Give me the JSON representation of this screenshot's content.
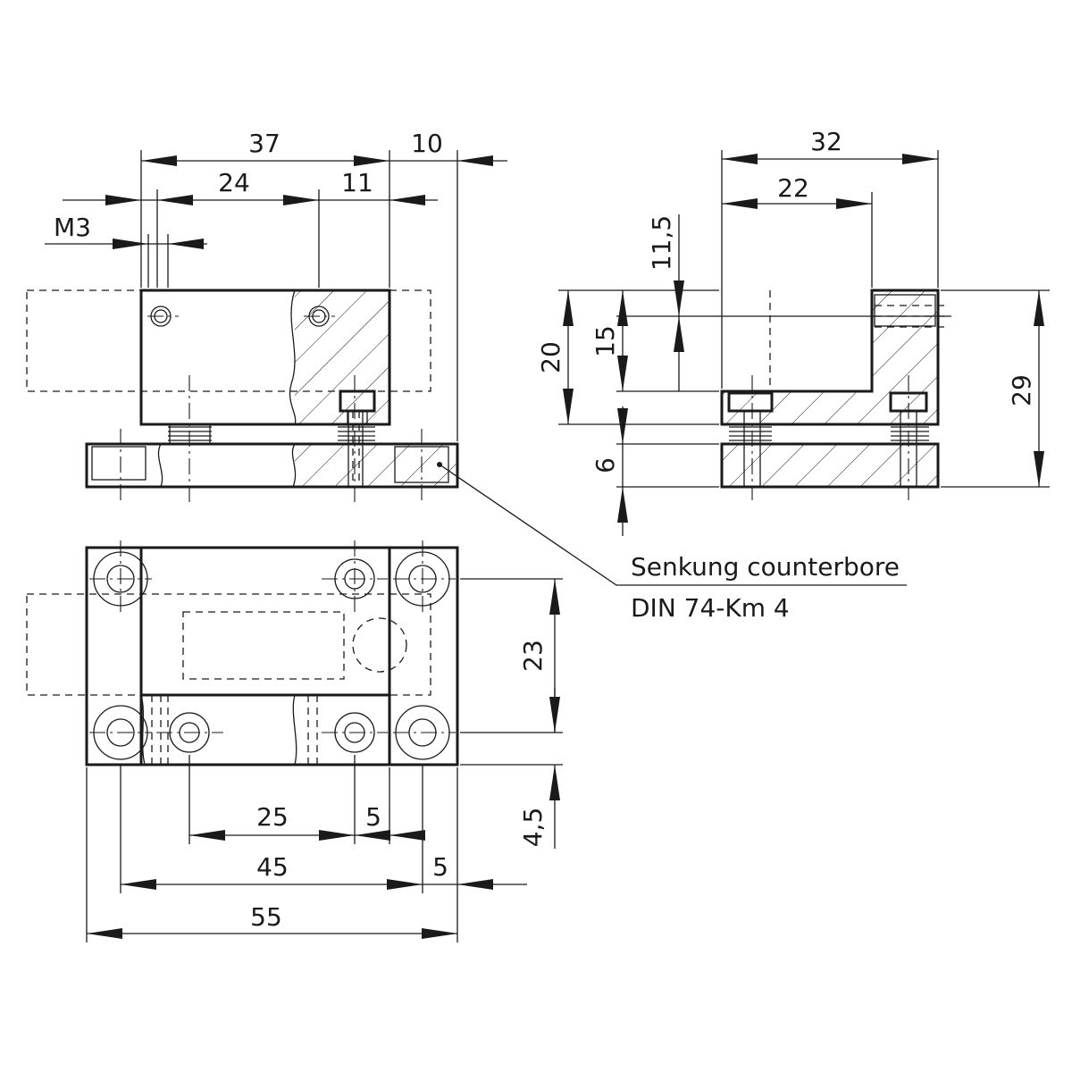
{
  "front_view": {
    "dim_37": "37",
    "dim_10": "10",
    "dim_24": "24",
    "dim_11": "11",
    "thread_label": "M3"
  },
  "side_view": {
    "dim_32": "32",
    "dim_22": "22",
    "dim_11_5": "11,5",
    "dim_20": "20",
    "dim_15": "15",
    "dim_29": "29",
    "dim_6": "6"
  },
  "top_view": {
    "dim_23": "23",
    "dim_4_5": "4,5",
    "dim_25": "25",
    "dim_5_upper": "5",
    "dim_45": "45",
    "dim_5_lower": "5",
    "dim_55": "55"
  },
  "callout": {
    "line1": "Senkung counterbore",
    "line2": "DIN 74-Km 4"
  }
}
